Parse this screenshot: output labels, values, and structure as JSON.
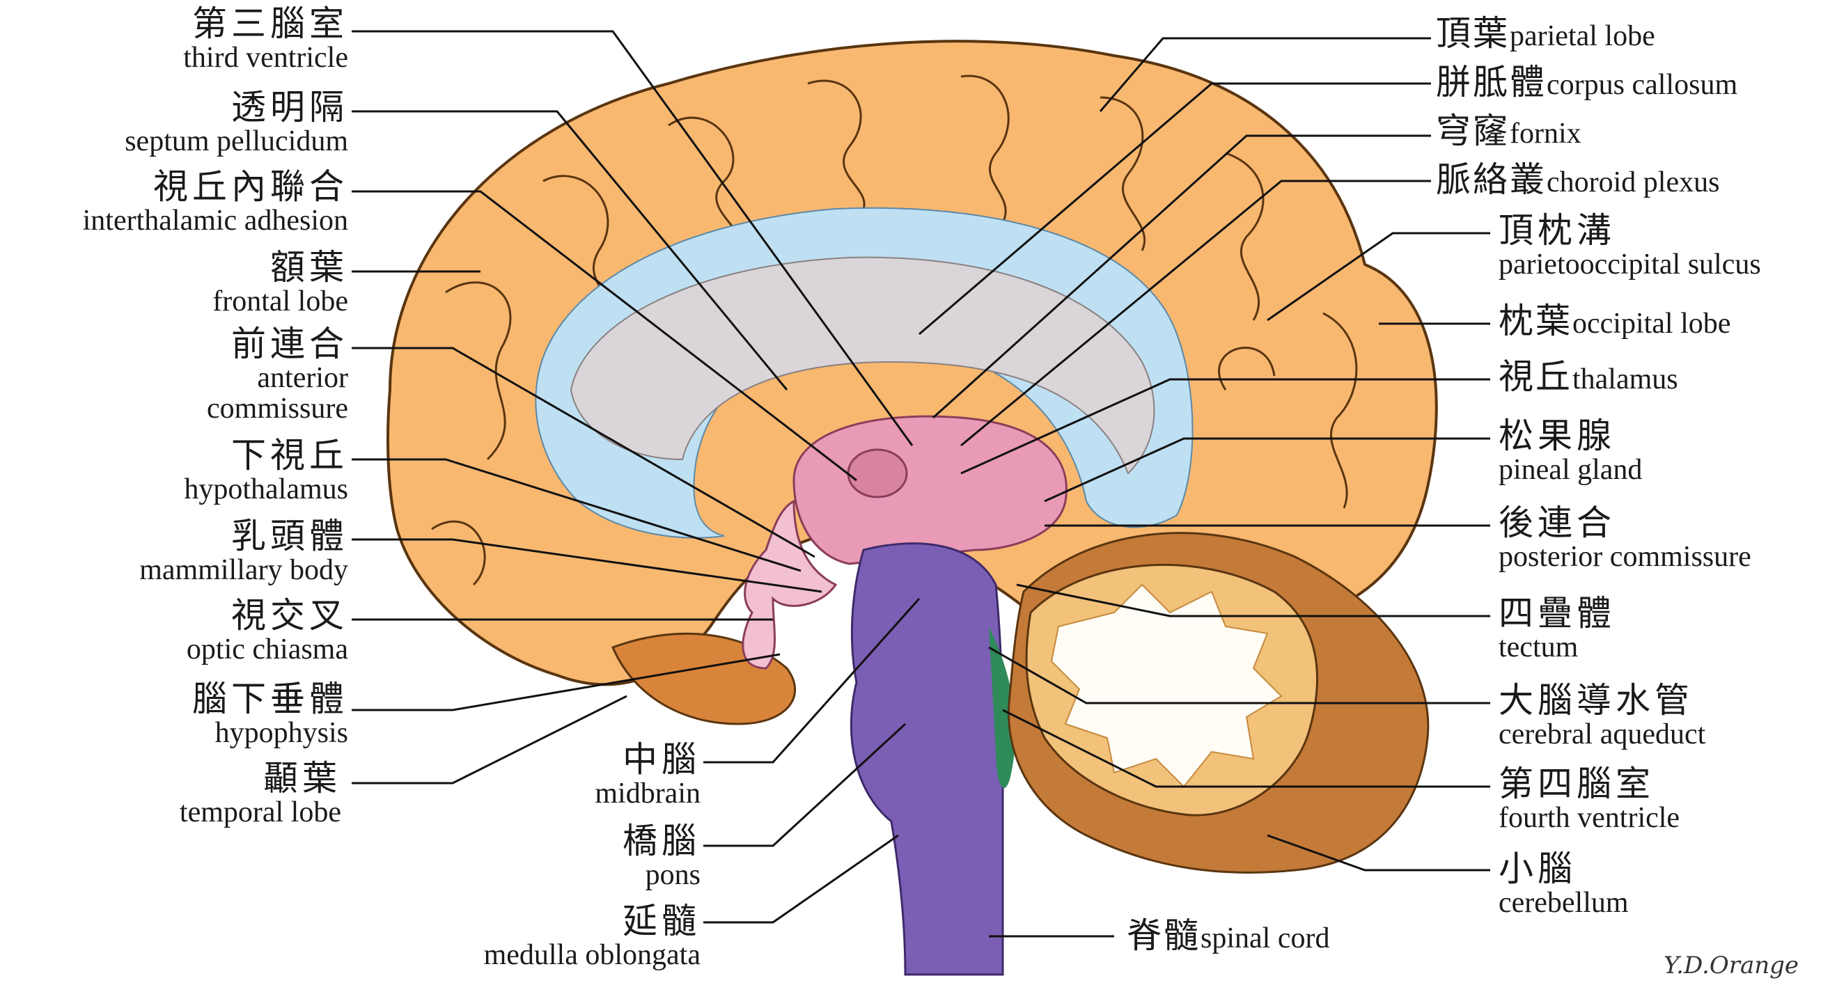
{
  "colors": {
    "cortex": "#f8b870",
    "cortex_dark": "#e89a48",
    "ventricle": "#bfe0f2",
    "callosum": "#d9d5d8",
    "thalamus": "#e89ab6",
    "brainstem": "#7b5fb5",
    "cerebellum_white": "#fffdf5",
    "cerebellum": "#f2c17a",
    "leader": "#111111"
  },
  "labels": {
    "left": [
      {
        "zh": "第三腦室",
        "en": "third ventricle"
      },
      {
        "zh": "透明隔",
        "en": "septum pellucidum"
      },
      {
        "zh": "視丘內聯合",
        "en": "interthalamic adhesion"
      },
      {
        "zh": "額葉",
        "en": "frontal lobe"
      },
      {
        "zh": "前連合",
        "en": "anterior",
        "en2": "commissure"
      },
      {
        "zh": "下視丘",
        "en": "hypothalamus"
      },
      {
        "zh": "乳頭體",
        "en": "mammillary body"
      },
      {
        "zh": "視交叉",
        "en": "optic chiasma"
      },
      {
        "zh": "腦下垂體",
        "en": "hypophysis"
      },
      {
        "zh": "顳葉",
        "en": "temporal lobe"
      }
    ],
    "center": [
      {
        "zh": "中腦",
        "en": "midbrain"
      },
      {
        "zh": "橋腦",
        "en": "pons"
      },
      {
        "zh": "延髓",
        "en": "medulla oblongata"
      }
    ],
    "right_inline": [
      {
        "zh": "頂葉",
        "en": "parietal lobe"
      },
      {
        "zh": "胼胝體",
        "en": "corpus callosum"
      },
      {
        "zh": "穹窿",
        "en": "fornix"
      },
      {
        "zh": "脈絡叢",
        "en": "choroid plexus"
      }
    ],
    "right": [
      {
        "zh": "頂枕溝",
        "en": "parietooccipital sulcus"
      },
      {
        "zh": "枕葉",
        "en": "occipital lobe",
        "inline": true
      },
      {
        "zh": "視丘",
        "en": "thalamus",
        "inline": true
      },
      {
        "zh": "松果腺",
        "en": "pineal gland"
      },
      {
        "zh": "後連合",
        "en": "posterior commissure"
      },
      {
        "zh": "四疊體",
        "en": "tectum"
      },
      {
        "zh": "大腦導水管",
        "en": "cerebral aqueduct"
      },
      {
        "zh": "第四腦室",
        "en": "fourth ventricle"
      },
      {
        "zh": "小腦",
        "en": "cerebellum"
      }
    ],
    "bottom": {
      "zh": "脊髓",
      "en": "spinal cord"
    }
  },
  "signature": "Y.D.Orange"
}
